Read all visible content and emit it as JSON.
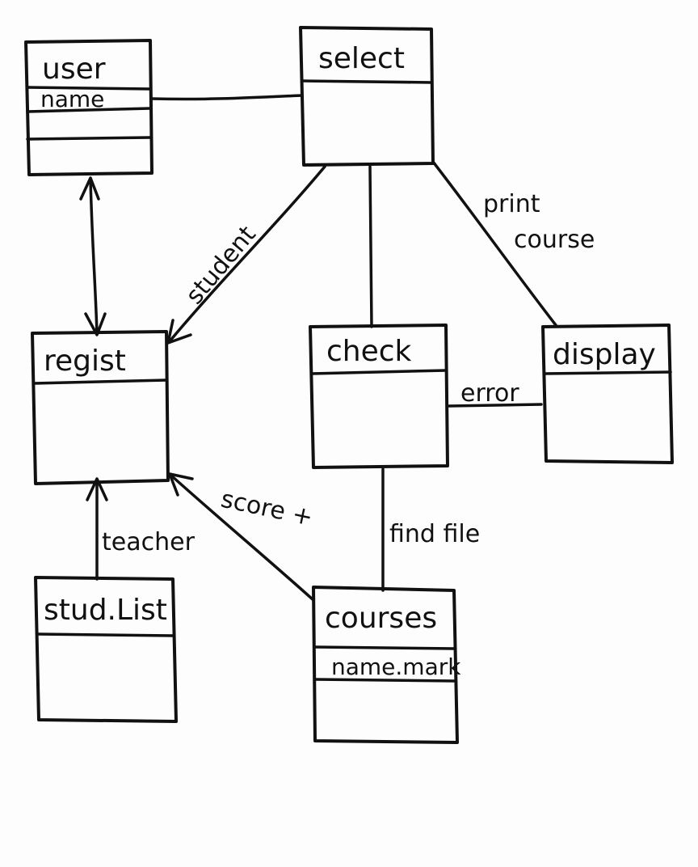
{
  "classes": {
    "user": {
      "name": "user",
      "attribute": "name"
    },
    "select": {
      "name": "select"
    },
    "regist": {
      "name": "regist"
    },
    "check": {
      "name": "check"
    },
    "display": {
      "name": "display"
    },
    "stud_list": {
      "name": "stud.List"
    },
    "courses": {
      "name": "courses",
      "attribute": "name.mark"
    }
  },
  "edges": {
    "student": "student",
    "print": "print",
    "course": "course",
    "error": "error",
    "teacher": "teacher",
    "score": "score +",
    "find_file": "find file"
  }
}
